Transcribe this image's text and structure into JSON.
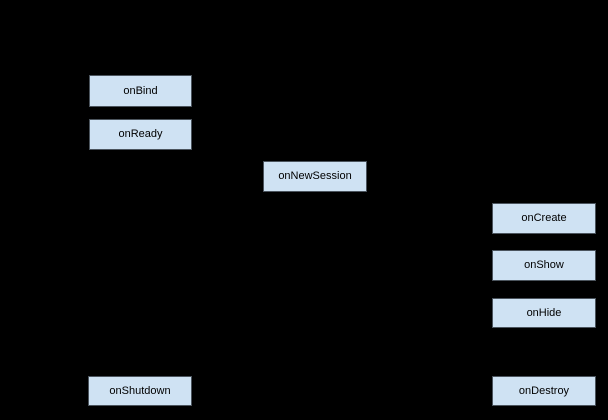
{
  "colors": {
    "background": "#000000",
    "node_fill": "#cfe2f3",
    "node_border": "#4b545d",
    "node_text": "#000000"
  },
  "diagram": {
    "type": "lifecycle-flowchart",
    "nodes": [
      {
        "id": "onBind",
        "label": "onBind"
      },
      {
        "id": "onReady",
        "label": "onReady"
      },
      {
        "id": "onNewSession",
        "label": "onNewSession"
      },
      {
        "id": "onCreate",
        "label": "onCreate"
      },
      {
        "id": "onShow",
        "label": "onShow"
      },
      {
        "id": "onHide",
        "label": "onHide"
      },
      {
        "id": "onShutdown",
        "label": "onShutdown"
      },
      {
        "id": "onDestroy",
        "label": "onDestroy"
      }
    ]
  }
}
